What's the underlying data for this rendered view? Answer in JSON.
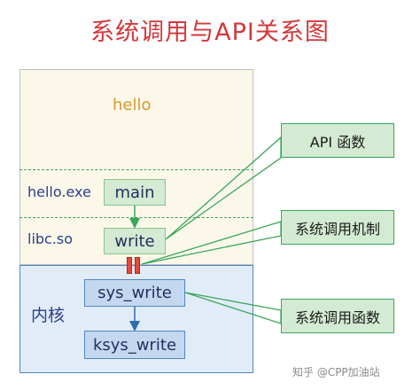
{
  "title": "系统调用与API关系图",
  "regions": {
    "user_label": "hello",
    "kernel_label": "内核"
  },
  "layers": {
    "exe_label": "hello.exe",
    "lib_label": "libc.so"
  },
  "boxes": {
    "main": "main",
    "write": "write",
    "sys_write": "sys_write",
    "ksys_write": "ksys_write"
  },
  "callouts": {
    "api": "API 函数",
    "syscall_mechanism": "系统调用机制",
    "syscall_function": "系统调用函数"
  },
  "colors": {
    "title": "#d4383a",
    "user_bg": "#fbf8ea",
    "kernel_bg": "#e1ecf8",
    "green_box": "#d3ead3",
    "green_line": "#3aa659",
    "blue_line": "#4f86c4",
    "gate": "#e8493a"
  },
  "watermark": "知乎 @CPP加油站"
}
